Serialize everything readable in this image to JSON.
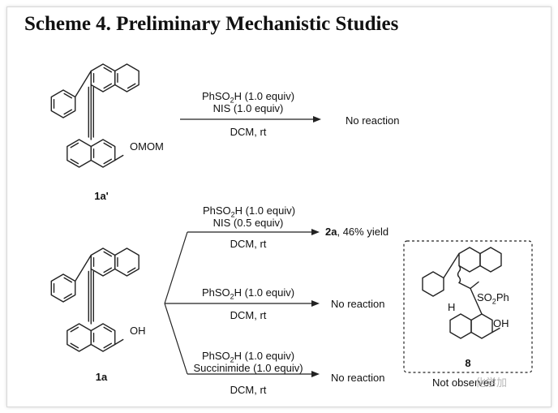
{
  "title": "Scheme 4. Preliminary Mechanistic Studies",
  "compounds": {
    "c1a_prime": {
      "label": "1a'",
      "group": "OMOM"
    },
    "c1a": {
      "label": "1a",
      "group": "OH"
    },
    "c8": {
      "label": "8",
      "group_oh": "OH",
      "group_so2": "SO",
      "group_so2_sub": "2",
      "group_so2_tail": "Ph",
      "h_label": "H",
      "note": "Not observed"
    }
  },
  "reaction1": {
    "reagent1_pre": "PhSO",
    "reagent1_sub": "2",
    "reagent1_post": "H (1.0 equiv)",
    "reagent2": "NIS (1.0 equiv)",
    "conditions": "DCM, rt",
    "result": "No reaction"
  },
  "reaction2": {
    "top": {
      "reagent1_pre": "PhSO",
      "reagent1_sub": "2",
      "reagent1_post": "H (1.0 equiv)",
      "reagent2": "NIS (0.5 equiv)",
      "conditions": "DCM, rt",
      "result_bold": "2a",
      "result_rest": ", 46% yield"
    },
    "middle": {
      "reagent1_pre": "PhSO",
      "reagent1_sub": "2",
      "reagent1_post": "H (1.0 equiv)",
      "conditions": "DCM, rt",
      "result": "No reaction"
    },
    "bottom": {
      "reagent1_pre": "PhSO",
      "reagent1_sub": "2",
      "reagent1_post": "H (1.0 equiv)",
      "reagent2": "Succinimide (1.0 equiv)",
      "conditions": "DCM, rt",
      "result": "No reaction"
    }
  },
  "watermark": "化学加"
}
